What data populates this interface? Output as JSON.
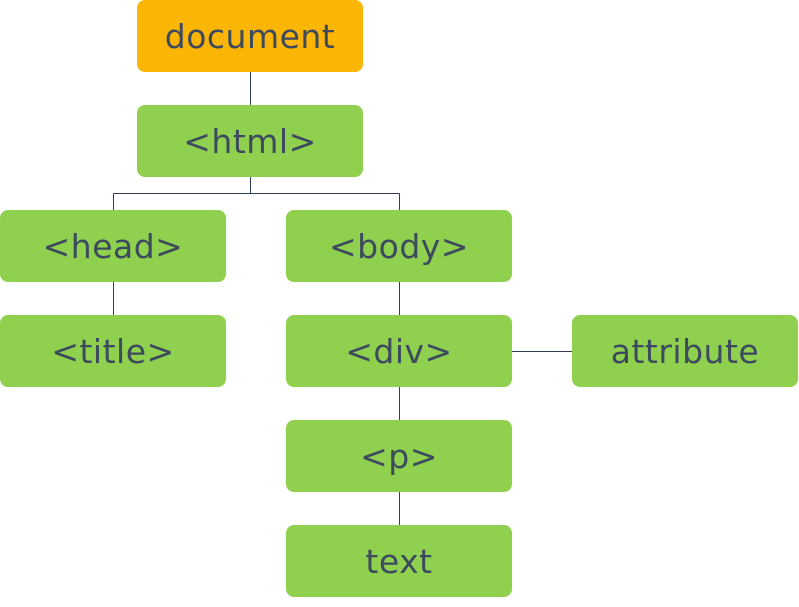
{
  "colors": {
    "root_fill": "#fbb505",
    "node_fill": "#8fd14f",
    "text": "#3d4a5e",
    "connector": "#2f3e56"
  },
  "nodes": {
    "document": "document",
    "html": "<html>",
    "head": "<head>",
    "body": "<body>",
    "title": "<title>",
    "div": "<div>",
    "attribute": "attribute",
    "p": "<p>",
    "text": "text"
  }
}
